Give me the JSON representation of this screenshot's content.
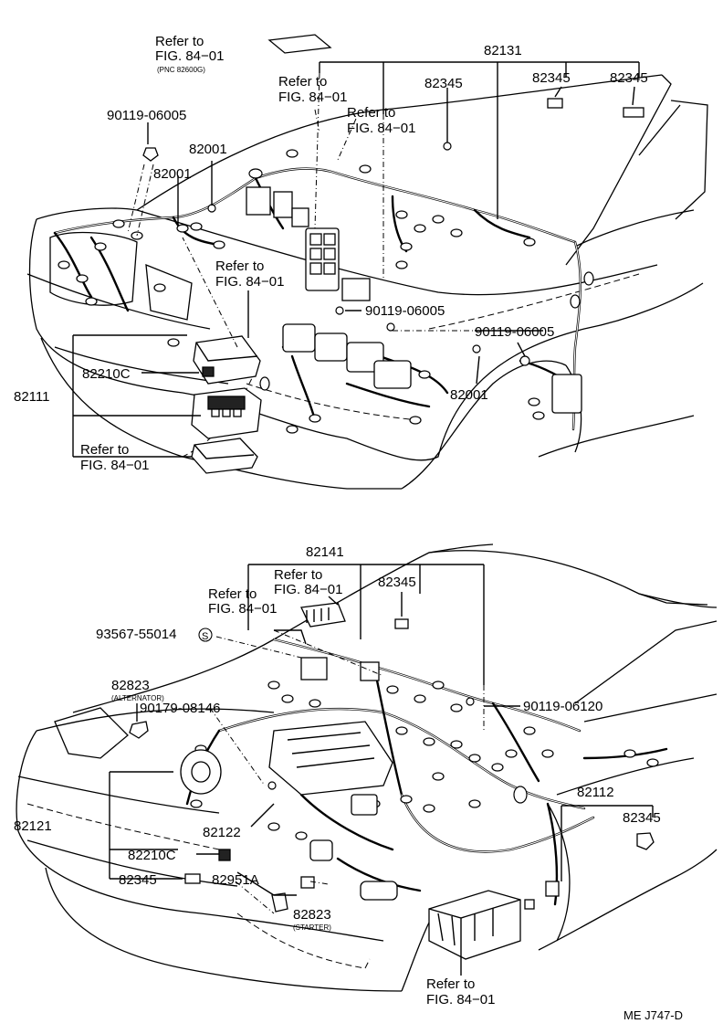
{
  "top": {
    "refer_a": {
      "line1": "Refer to",
      "line2": "FIG. 84−01",
      "note": "(PNC 82600G)"
    },
    "refer_b": {
      "line1": "Refer to",
      "line2": "FIG. 84−01"
    },
    "refer_c": {
      "line1": "Refer to",
      "line2": "FIG. 84−01"
    },
    "refer_d": {
      "line1": "Refer to",
      "line2": "FIG. 84−01"
    },
    "refer_e": {
      "line1": "Refer to",
      "line2": "FIG. 84−01"
    },
    "p82131": "82131",
    "p82345_a": "82345",
    "p82345_b": "82345",
    "p82345_c": "82345",
    "p90119_a": "90119-06005",
    "p82001_a": "82001",
    "p82001_b": "82001",
    "p90119_b": "90119-06005",
    "p90119_c": "90119-06005",
    "p82210c": "82210C",
    "p82111": "82111",
    "p82001_c": "82001"
  },
  "bottom": {
    "p82141": "82141",
    "refer_f": {
      "line1": "Refer to",
      "line2": "FIG. 84−01"
    },
    "refer_g": {
      "line1": "Refer to",
      "line2": "FIG. 84−01"
    },
    "refer_h": {
      "line1": "Refer to",
      "line2": "FIG. 84−01"
    },
    "p82345_d": "82345",
    "p93567": "93567-55014",
    "circled_s": "S",
    "p82823_a": "82823",
    "alt_note": "(ALTERNATOR)",
    "p90179": "90179-08146",
    "p90119_d": "90119-06120",
    "p82112": "82112",
    "p82345_e": "82345",
    "p82121": "82121",
    "p82122": "82122",
    "p82210c": "82210C",
    "p82345_f": "82345",
    "p82951a": "82951A",
    "p82823_b": "82823",
    "starter_note": "(STARTER)"
  },
  "footer": {
    "code": "ME J747-D"
  }
}
